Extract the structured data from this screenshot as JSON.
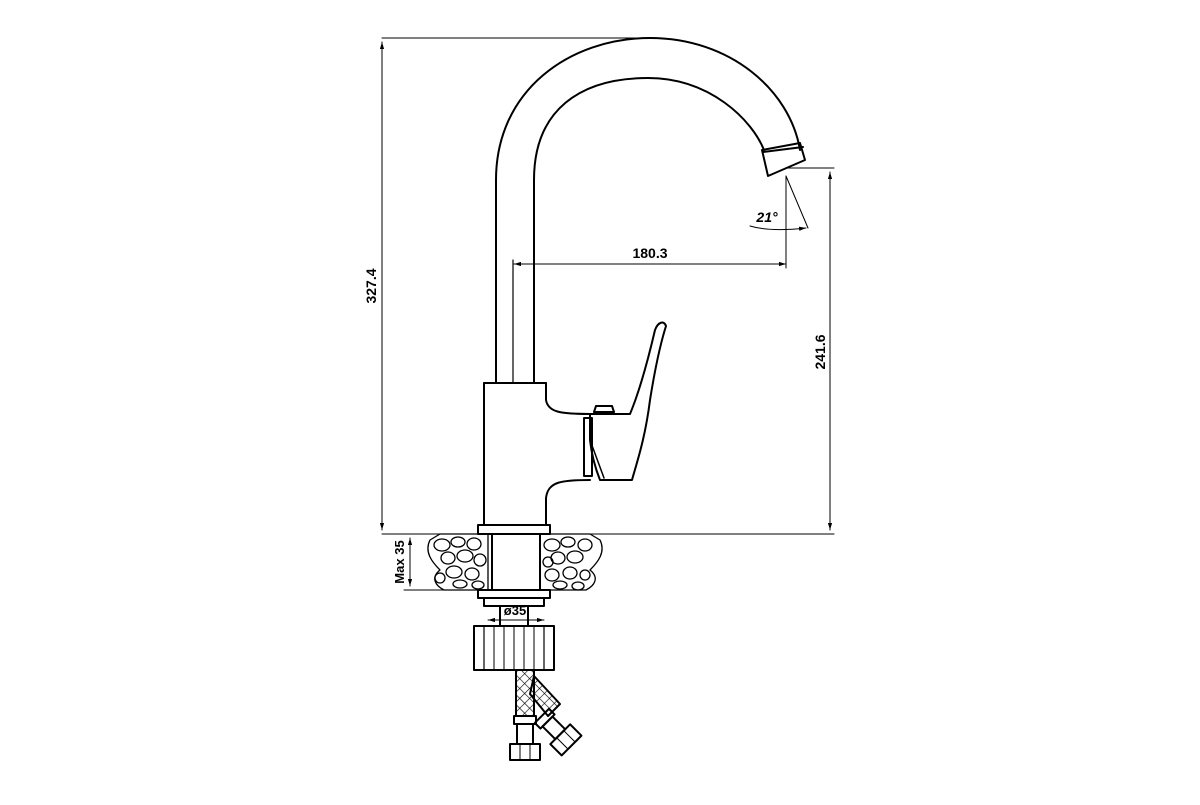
{
  "drawing": {
    "line_color": "#000000",
    "background": "#ffffff",
    "dimensions": {
      "total_height": "327.4",
      "spout_height": "241.6",
      "spout_reach": "180.3",
      "spout_angle": "21°",
      "max_countertop_thickness": "Max 35",
      "mounting_hole_diameter": "ø35"
    }
  }
}
